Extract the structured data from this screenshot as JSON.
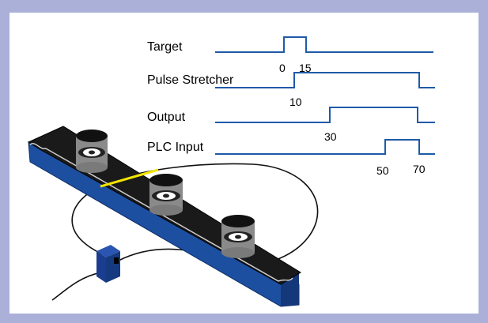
{
  "colors": {
    "frame": "#aab0d8",
    "signal": "#1f5aa8",
    "conveyor_side": "#1c4fa0",
    "conveyor_top": "#1a1a1a",
    "beam": "#f5e400",
    "sensor": "#1a3d8f"
  },
  "timing": {
    "rows": [
      {
        "label": "Target"
      },
      {
        "label": "Pulse Stretcher"
      },
      {
        "label": "Output"
      },
      {
        "label": "PLC Input"
      }
    ],
    "ticks": {
      "t0": "0",
      "t15": "15",
      "t10": "10",
      "t30": "30",
      "t50": "50",
      "t70": "70"
    }
  },
  "illustration": {
    "items": [
      "bottle-1",
      "bottle-2",
      "bottle-3"
    ],
    "sensor": "photoelectric-sensor",
    "conveyor": "conveyor-belt"
  }
}
